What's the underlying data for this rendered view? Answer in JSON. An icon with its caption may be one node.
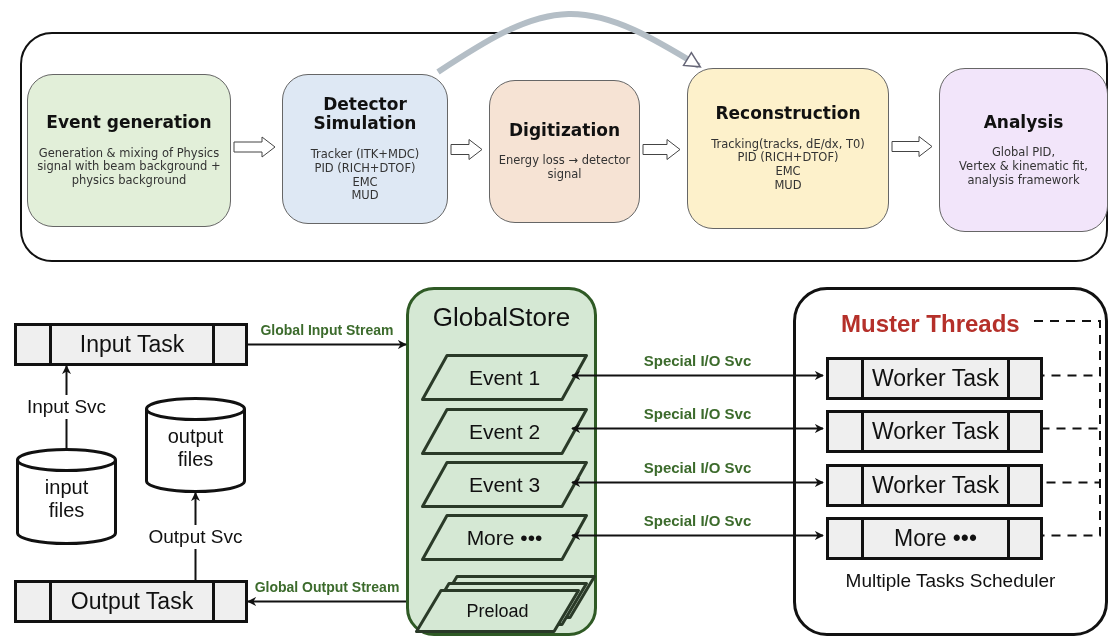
{
  "diagram": {
    "nodes": [
      {
        "text": [],
        "shape": "box"
      },
      {
        "text": [
          "Event generation",
          "Generation & mixing of Physics signal with beam background + physics background"
        ],
        "in": 0
      },
      {
        "text": [
          "Detector Simulation",
          "Tracker (ITK+MDC)",
          "PID (RICH+DTOF)",
          "EMC",
          "MUD"
        ],
        "in": 0
      },
      {
        "text": [
          "Digitization",
          "Energy loss → detector signal"
        ],
        "in": 0
      },
      {
        "text": [
          "Reconstruction",
          "Tracking(tracks, dE/dx, T0)",
          "PID (RICH+DTOF)",
          "EMC",
          "MUD"
        ],
        "in": 0
      },
      {
        "text": [
          "Analysis",
          "Global PID,",
          "Vertex & kinematic fit,",
          "analysis framework"
        ],
        "in": 0
      },
      {
        "text": [
          "Input Task"
        ]
      },
      {
        "text": [
          "input files"
        ]
      },
      {
        "text": [
          "output files"
        ]
      },
      {
        "text": [
          "Output Task"
        ]
      },
      {
        "text": [
          "GlobalStore"
        ]
      },
      {
        "text": [
          "Event 1"
        ],
        "in": 10
      },
      {
        "text": [
          "Event 2"
        ],
        "in": 10
      },
      {
        "text": [
          "Event 3"
        ],
        "in": 10
      },
      {
        "text": [
          "More •••"
        ],
        "in": 10
      },
      {
        "text": [
          "Preload"
        ],
        "in": 10
      },
      {
        "text": [
          "Multiple Tasks Scheduler"
        ]
      },
      {
        "text": [
          "Muster Threads"
        ],
        "in": 16
      },
      {
        "text": [
          "Worker Task"
        ],
        "in": 16
      },
      {
        "text": [
          "Worker Task"
        ],
        "in": 16
      },
      {
        "text": [
          "Worker Task"
        ],
        "in": 16
      },
      {
        "text": [
          "More •••"
        ],
        "in": 16
      }
    ],
    "edges": [
      {
        "from": 1,
        "to": 2,
        "arrow": "to"
      },
      {
        "from": 2,
        "to": 3,
        "arrow": "to"
      },
      {
        "from": 3,
        "to": 4,
        "arrow": "to"
      },
      {
        "from": 4,
        "to": 5,
        "arrow": "to"
      },
      {
        "from": 2,
        "to": 4,
        "arrow": "to",
        "style": "thick",
        "color": "#b4bec6"
      },
      {
        "from": 7,
        "to": 6,
        "arrow": "to",
        "label": "Input Svc"
      },
      {
        "from": 9,
        "to": 8,
        "arrow": "to",
        "label": "Output Svc"
      },
      {
        "from": 6,
        "to": 10,
        "arrow": "to",
        "label": "Global Input Stream"
      },
      {
        "from": 10,
        "to": 9,
        "arrow": "to",
        "label": "Global Output Stream"
      },
      {
        "from": 11,
        "to": 18,
        "arrow": "both",
        "label": "Special I/O Svc"
      },
      {
        "from": 12,
        "to": 19,
        "arrow": "both",
        "label": "Special I/O Svc"
      },
      {
        "from": 13,
        "to": 20,
        "arrow": "both",
        "label": "Special I/O Svc"
      },
      {
        "from": 14,
        "to": 21,
        "arrow": "both",
        "label": "Special I/O Svc"
      },
      {
        "from": 17,
        "to": 18,
        "arrow": "none",
        "style": "dashed"
      },
      {
        "from": 17,
        "to": 19,
        "arrow": "none",
        "style": "dashed"
      },
      {
        "from": 17,
        "to": 20,
        "arrow": "none",
        "style": "dashed"
      },
      {
        "from": 17,
        "to": 21,
        "arrow": "none",
        "style": "dashed"
      }
    ]
  }
}
